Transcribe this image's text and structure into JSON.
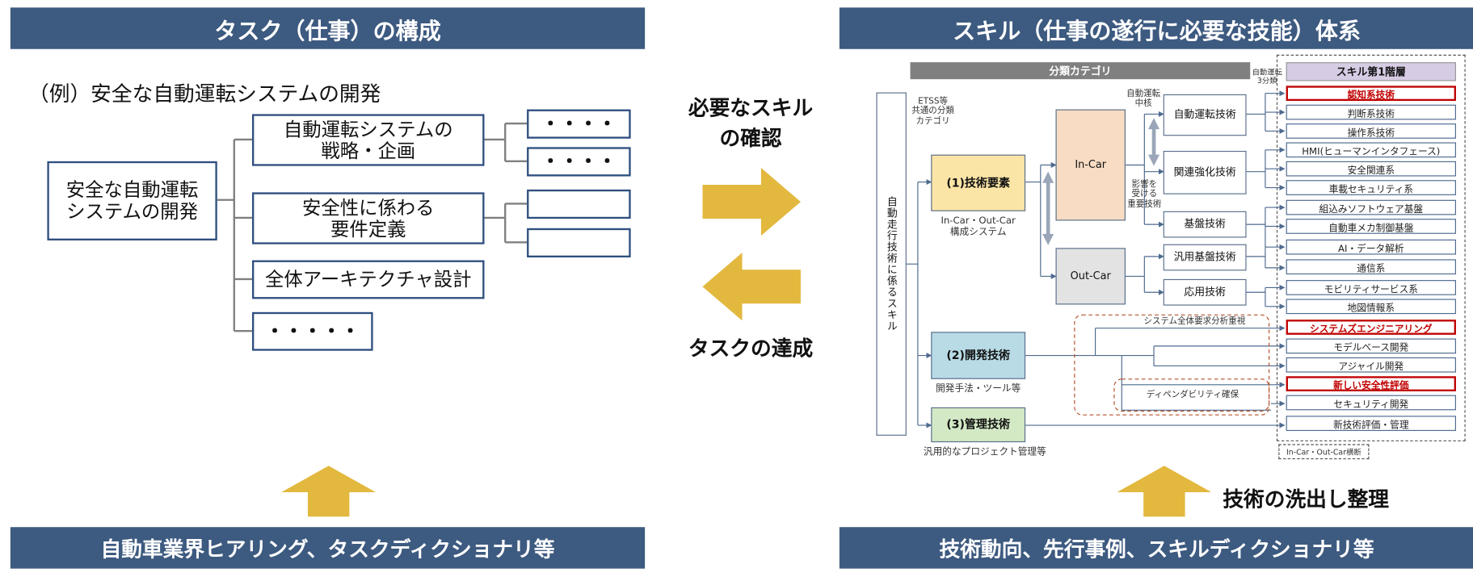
{
  "left_panel": {
    "header": "タスク（仕事）の構成",
    "example_label": "（例）安全な自動運転システムの開発",
    "root_task": "安全な自動運転\nシステムの開発",
    "subtasks": [
      "自動運転システムの\n戦略・企画",
      "安全性に係わる\n要件定義",
      "全体アーキテクチャ設計",
      "・・・・・"
    ],
    "leaf_tasks": [
      "・・・・",
      "・・・・",
      "",
      ""
    ],
    "footer": "自動車業界ヒアリング、タスクディクショナリ等"
  },
  "middle": {
    "right_arrow_label": "必要なスキル\nの確認",
    "left_arrow_label": "タスクの達成"
  },
  "right_panel": {
    "header": "スキル（仕事の遂行に必要な技能）体系",
    "category_header": "分類カテゴリ",
    "skill_header": "スキル第1階層",
    "auto_three": "自動運転\n3分類",
    "etss_note": "ETSS等\n共通の分類\nカテゴリ",
    "root_skill": "自動走行技術に係るスキル",
    "categories": [
      {
        "label": "(1)技術要素",
        "caption": "In-Car・Out-Car\n構成システム"
      },
      {
        "label": "(2)開発技術",
        "caption": "開発手法・ツール等"
      },
      {
        "label": "(3)管理技術",
        "caption": "汎用的なプロジェクト管理等"
      }
    ],
    "in_car": "In-Car",
    "out_car": "Out-Car",
    "auto_core": "自動運転\n中核",
    "affected": "影響を\n受ける\n重要技術",
    "tech_groups": [
      "自動運転技術",
      "関連強化技術",
      "基盤技術",
      "汎用基盤技術",
      "応用技術"
    ],
    "system_note": "システム全体要求分析重視",
    "dependability_note": "ディペンダビリティ確保",
    "skills": [
      {
        "label": "認知系技術",
        "highlight": true
      },
      {
        "label": "判断系技術",
        "highlight": false
      },
      {
        "label": "操作系技術",
        "highlight": false
      },
      {
        "label": "HMI(ヒューマンインタフェース)",
        "highlight": false
      },
      {
        "label": "安全関連系",
        "highlight": false
      },
      {
        "label": "車載セキュリティ系",
        "highlight": false
      },
      {
        "label": "組込みソフトウェア基盤",
        "highlight": false
      },
      {
        "label": "自動車メカ制御基盤",
        "highlight": false
      },
      {
        "label": "AI・データ解析",
        "highlight": false
      },
      {
        "label": "通信系",
        "highlight": false
      },
      {
        "label": "モビリティサービス系",
        "highlight": false
      },
      {
        "label": "地図情報系",
        "highlight": false
      },
      {
        "label": "システムズエンジニアリング",
        "highlight": true
      },
      {
        "label": "モデルベース開発",
        "highlight": false
      },
      {
        "label": "アジャイル開発",
        "highlight": false
      },
      {
        "label": "新しい安全性評価",
        "highlight": true
      },
      {
        "label": "セキュリティ開発",
        "highlight": false
      },
      {
        "label": "新技術評価・管理",
        "highlight": false
      }
    ],
    "cross_note": "In-Car・Out-Car横断",
    "tech_extraction": "技術の洗出し整理",
    "footer": "技術動向、先行事例、スキルディクショナリ等"
  },
  "colors": {
    "header_bg": "#3d5a80",
    "arrow": "#e2b83f",
    "highlight": "#c00000",
    "tech_box": "#fbe5a6",
    "dev_box": "#b8dbe6",
    "mgmt_box": "#d3e9c5",
    "in_car": "#f8dcc4",
    "out_car": "#e3e3e3",
    "category_bar": "#808080",
    "skill_header_bg": "#d6cce4"
  }
}
